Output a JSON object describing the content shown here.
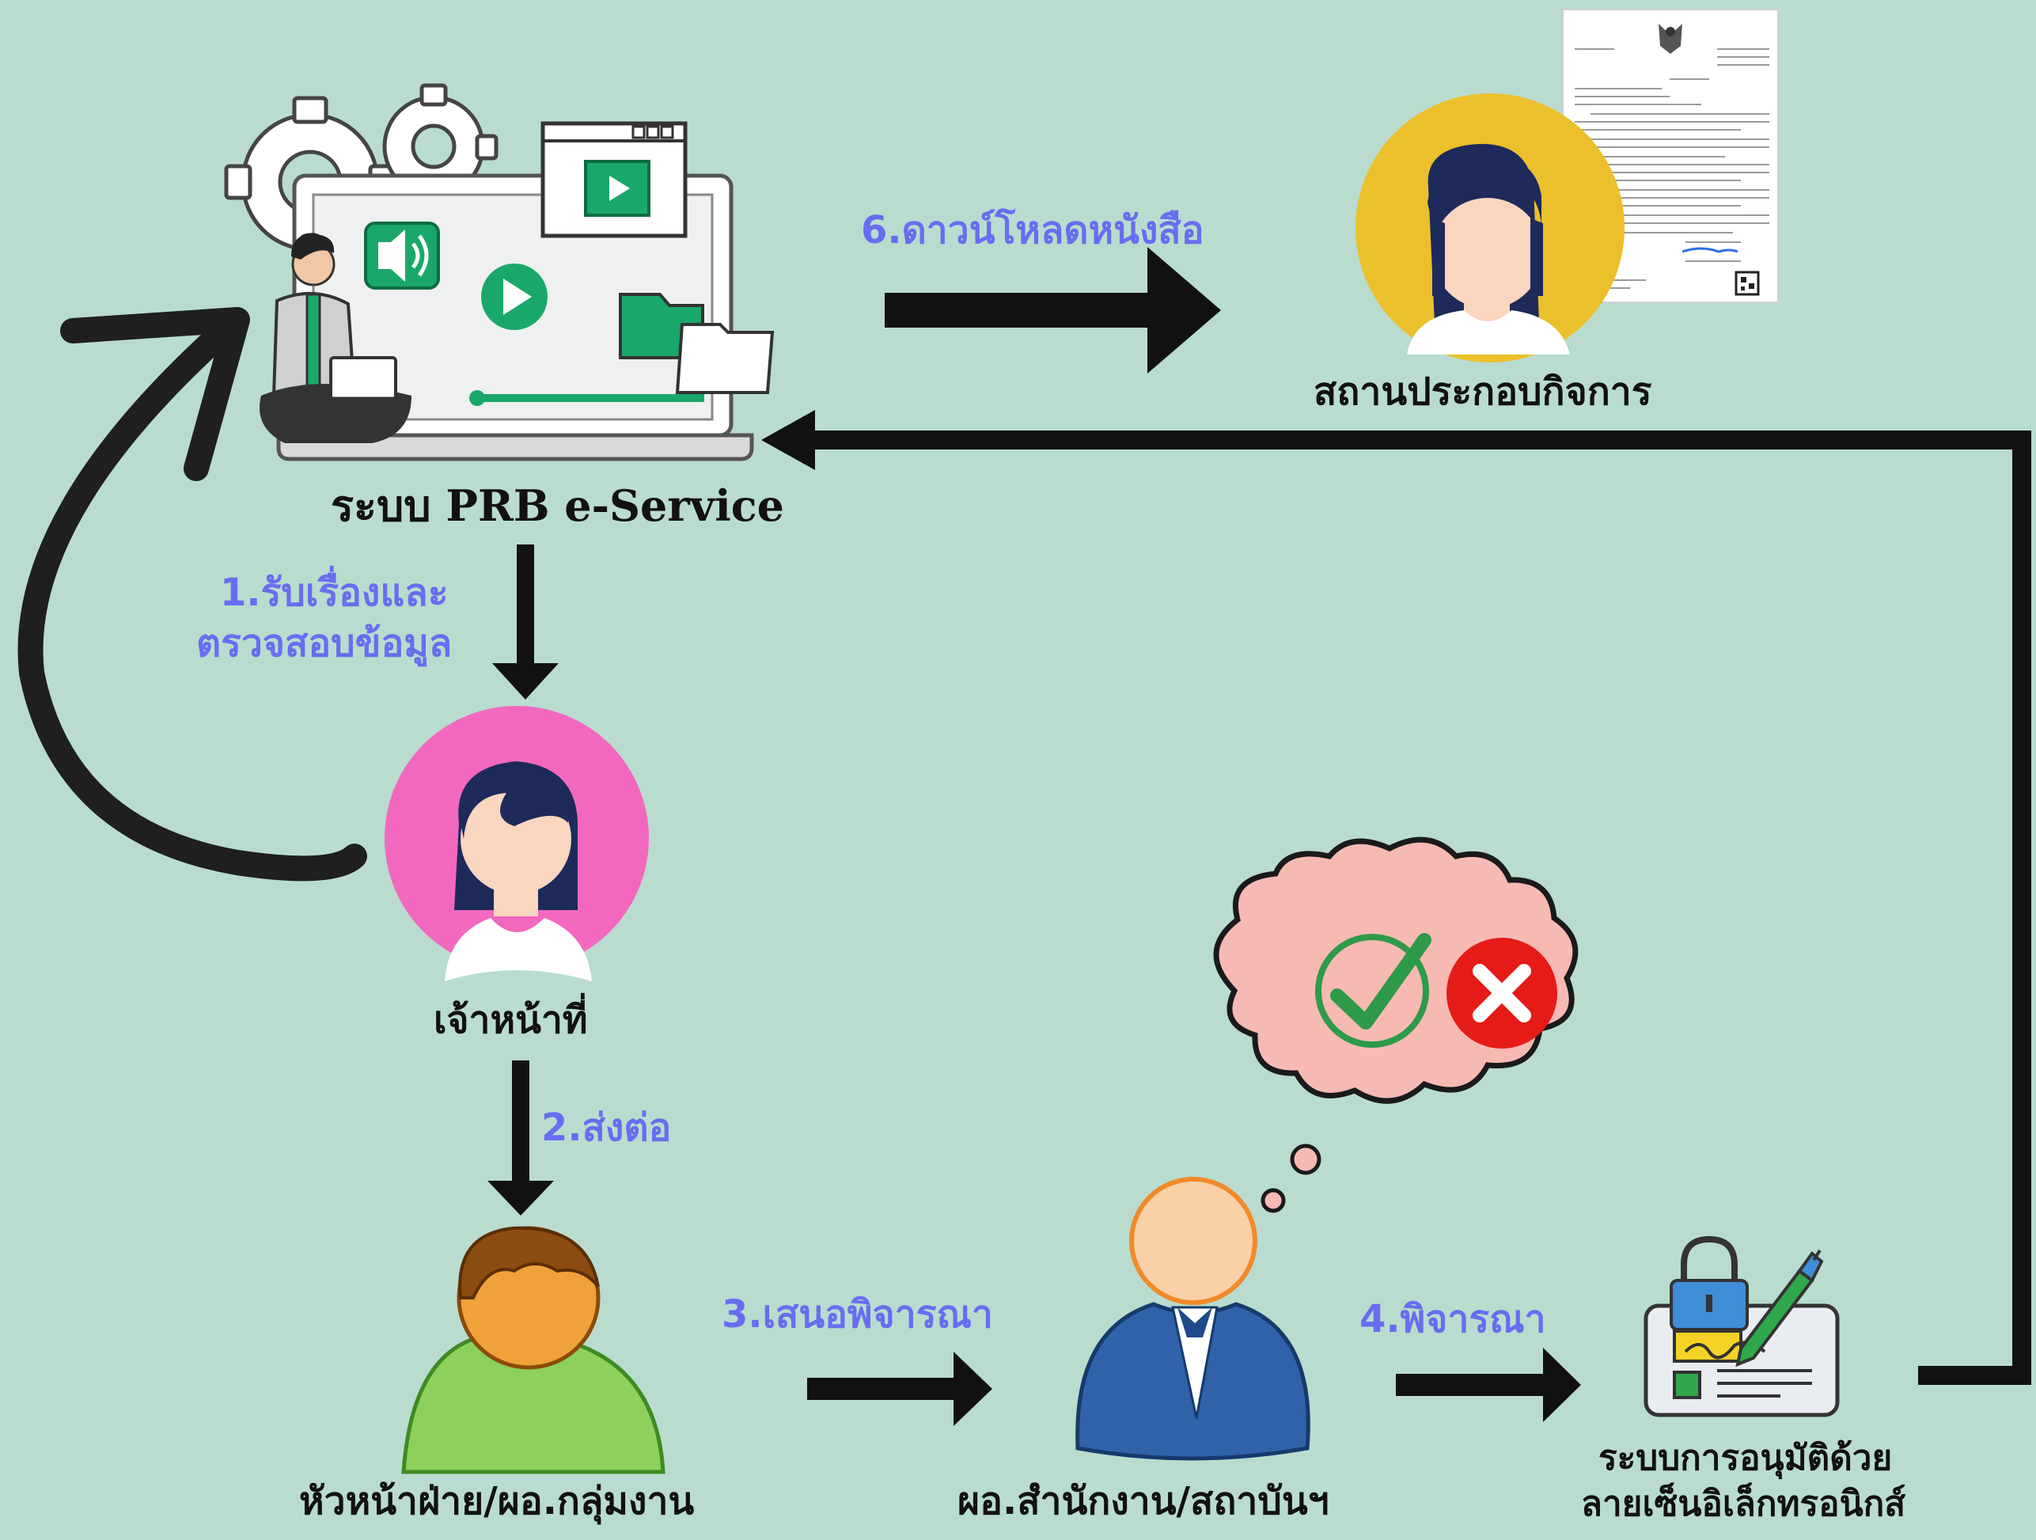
{
  "nodes": {
    "system": "ระบบ PRB e-Service",
    "business": "สถานประกอบกิจการ",
    "officer": "เจ้าหน้าที่",
    "head": "หัวหน้าฝ่าย/ผอ.กลุ่มงาน",
    "director": "ผอ.สำนักงาน/สถาบันฯ",
    "esign_line1": "ระบบการอนุมัติด้วย",
    "esign_line2": "ลายเซ็นอิเล็กทรอนิกส์"
  },
  "steps": {
    "s1_line1": "1.รับเรื่องและ",
    "s1_line2": "ตรวจสอบข้อมูล",
    "s2": "2.ส่งต่อ",
    "s3": "3.เสนอพิจารณา",
    "s4": "4.พิจารณา",
    "s6": "6.ดาวน์โหลดหนังสือ"
  },
  "icons": [
    "laptop-eservice-icon",
    "gear-icon",
    "video-window-icon",
    "speaker-icon",
    "play-icon",
    "folder-icon",
    "man-with-laptop-icon",
    "document-icon",
    "garuda-emblem-icon",
    "qr-code-icon",
    "business-avatar-icon",
    "officer-avatar-icon",
    "head-avatar-icon",
    "director-avatar-icon",
    "thought-cloud-icon",
    "check-icon",
    "reject-icon",
    "esign-icon",
    "padlock-icon",
    "pen-icon"
  ],
  "colors": {
    "background": "#b9dccf",
    "step_text": "#6a6cf0",
    "arrow": "#111111",
    "business_circle": "#ecc02c",
    "officer_circle": "#f268be",
    "thought_cloud": "#f7b9b4",
    "check": "#2e9a4a",
    "reject": "#e41b17"
  }
}
